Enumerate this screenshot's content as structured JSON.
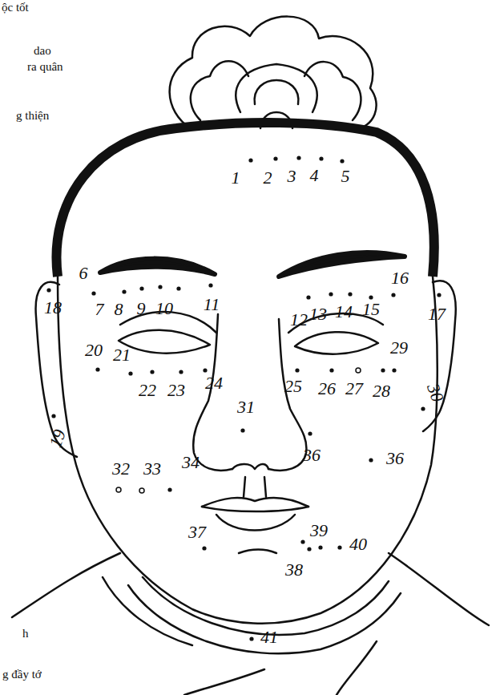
{
  "diagram": {
    "labels": [
      "ộc tốt",
      "dao",
      "ra quân",
      "g thiện",
      "1",
      "2",
      "3",
      "4",
      "5",
      "6",
      "7",
      "8",
      "9",
      "10",
      "11",
      "12",
      "13",
      "14",
      "15",
      "16",
      "17",
      "18",
      "19",
      "20",
      "21",
      "22",
      "23",
      "24",
      "25",
      "26",
      "27",
      "28",
      "29",
      "30",
      "31",
      "32",
      "33",
      "34",
      "36",
      "36",
      "37",
      "38",
      "39",
      "40",
      "41",
      "h",
      "g đầy tớ"
    ]
  }
}
